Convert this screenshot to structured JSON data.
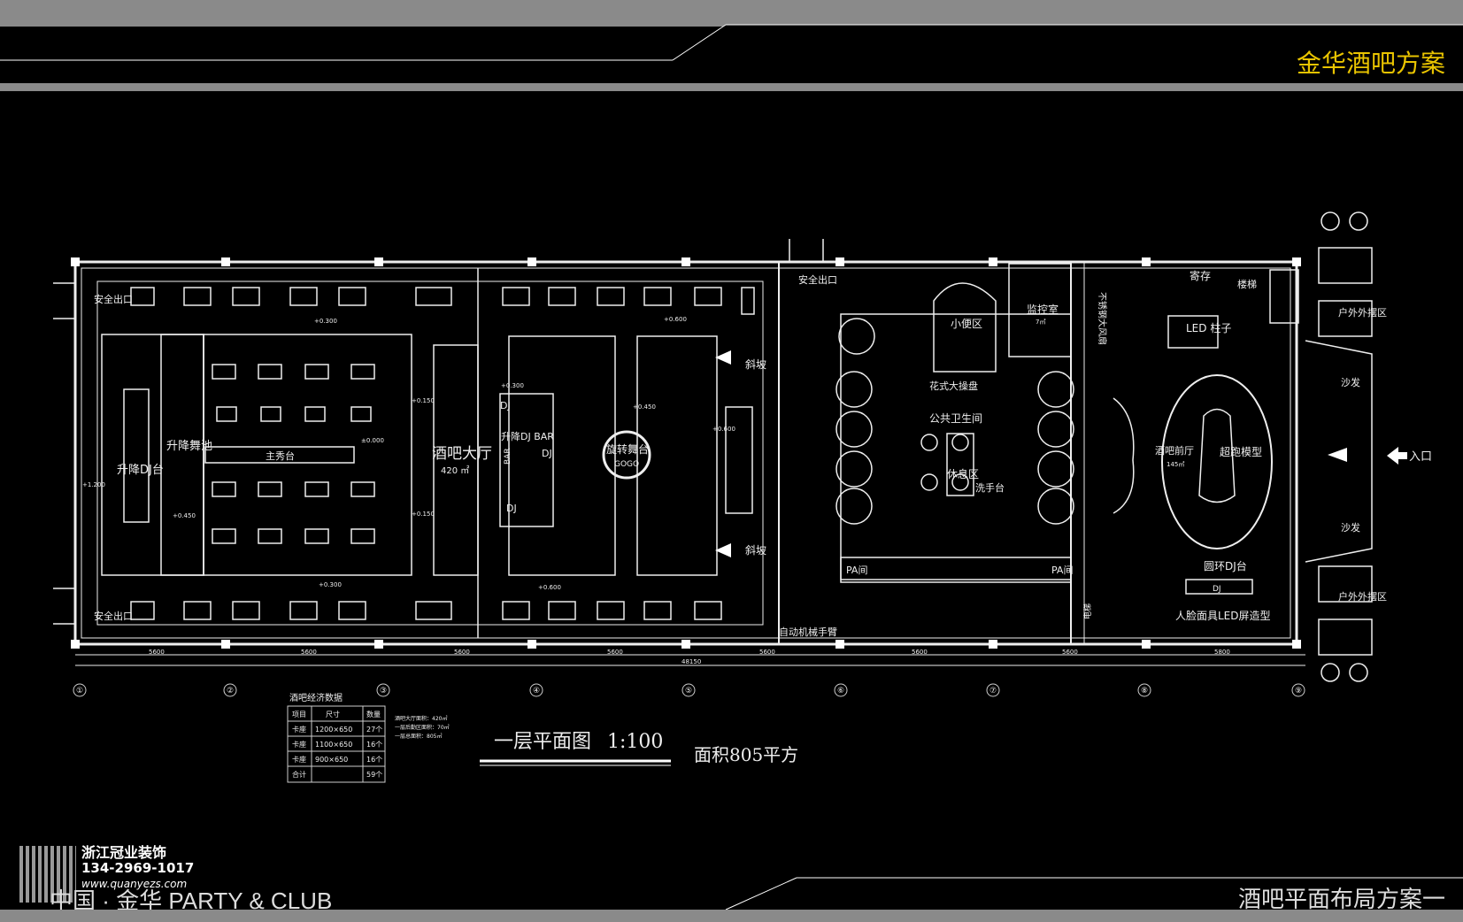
{
  "header": {
    "title": "金华酒吧方案"
  },
  "plan": {
    "caption": "一层平面图",
    "scale": "1:100",
    "area": "面积805平方",
    "total_length": "48150",
    "labels": {
      "safety_exit_tl": "安全出口",
      "safety_exit_bl": "安全出口",
      "safety_exit_mid": "安全出口",
      "dj_stage": "升降DJ台",
      "dance_pool": "升降舞池",
      "main_stage": "主秀台",
      "bar_hall": "酒吧大厅",
      "bar_hall_area": "420 ㎡",
      "dj_bar": "升降DJ BAR",
      "dj1": "DJ",
      "dj2": "DJ",
      "dj3": "DJ",
      "bar_v": "BAR",
      "rotating_stage": "旋转舞台",
      "gogo": "GOGO",
      "ramp1": "斜坡",
      "ramp2": "斜坡",
      "small_restroom": "小便区",
      "public_restroom": "公共卫生间",
      "lounge": "休息区",
      "sink": "洗手台",
      "cut_island": "花式大操盘",
      "monitor_room": "监控室",
      "monitor_area": "7㎡",
      "stainless_duct": "不锈钢大风扇",
      "storage": "寄存",
      "stairs": "楼梯",
      "led_column": "LED 柱子",
      "front_hall": "酒吧前厅",
      "front_hall_area": "145㎡",
      "car_model": "超跑模型",
      "ring_dj": "圆环DJ台",
      "face_led": "人脸面具LED屏造型",
      "pa1": "PA间",
      "pa2": "PA间",
      "mech_arm": "自动机械手臂",
      "entrance": "入口",
      "sofa1": "沙发",
      "sofa2": "沙发",
      "outdoor1": "户外外摆区",
      "outdoor2": "户外外摆区",
      "dj_box": "DJ",
      "lift": "电梯",
      "elev_up": "+0.300",
      "elev_dn": "+0.300",
      "elev_000": "±0.000",
      "elev_450": "+0.450",
      "elev_150a": "+0.150",
      "elev_150b": "+0.150",
      "elev_600a": "+0.600",
      "elev_600b": "+0.600",
      "elev_600c": "+0.600",
      "elev_300c": "+0.300",
      "elev_450b": "+0.450",
      "elev_1200": "+1.200"
    },
    "dimensions": [
      "5600",
      "5600",
      "5600",
      "5600",
      "5600",
      "5600",
      "5600",
      "5800"
    ],
    "axis_numbers": [
      "①",
      "②",
      "③",
      "④",
      "⑤",
      "⑥",
      "⑦",
      "⑧",
      "⑨"
    ]
  },
  "stats_table": {
    "title": "酒吧经济数据",
    "headers": [
      "项目",
      "尺寸",
      "数量"
    ],
    "rows": [
      [
        "卡座",
        "1200×650",
        "27个"
      ],
      [
        "卡座",
        "1100×650",
        "16个"
      ],
      [
        "卡座",
        "900×650",
        "16个"
      ],
      [
        "合计",
        "",
        "59个"
      ]
    ],
    "notes": [
      "酒吧大厅面积：420㎡",
      "一层后勤区面积：70㎡",
      "一层总面积：805㎡"
    ]
  },
  "company": {
    "name": "浙江冠业装饰",
    "phone": "134-2969-1017",
    "website": "www.quanyezs.com"
  },
  "footer": {
    "left": "中国 · 金华 PARTY & CLUB",
    "right": "酒吧平面布局方案一"
  }
}
